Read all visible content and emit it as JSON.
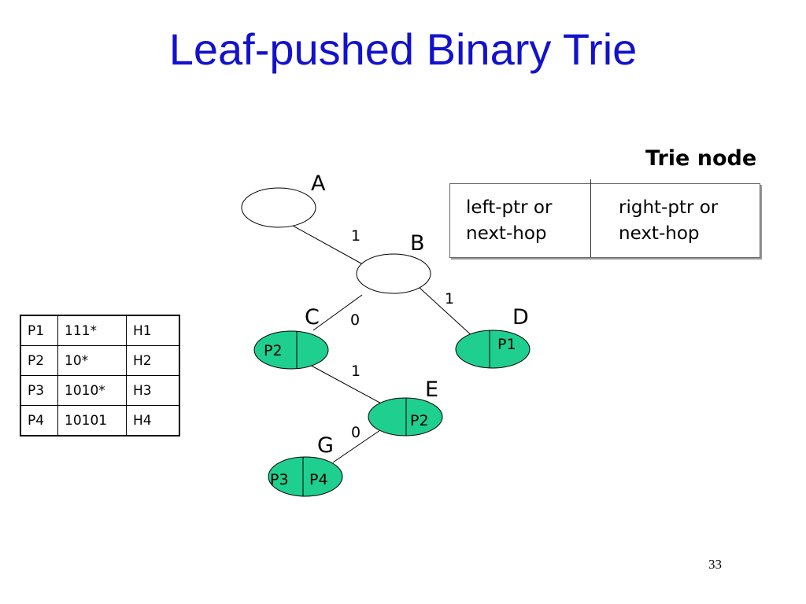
{
  "title": "Leaf-pushed Binary Trie",
  "trie_node": {
    "caption": "Trie node",
    "left_line1": "left-ptr or",
    "left_line2": "next-hop",
    "right_line1": "right-ptr or",
    "right_line2": "next-hop"
  },
  "prefix_table": [
    [
      "P1",
      "111*",
      "H1"
    ],
    [
      "P2",
      "10*",
      "H2"
    ],
    [
      "P3",
      "1010*",
      "H3"
    ],
    [
      "P4",
      "10101",
      "H4"
    ]
  ],
  "nodes": {
    "A": {
      "label": "A"
    },
    "B": {
      "label": "B"
    },
    "C": {
      "label": "C",
      "left": "P2",
      "right": ""
    },
    "D": {
      "label": "D",
      "left": "",
      "right": "P1"
    },
    "E": {
      "label": "E",
      "left": "",
      "right": "P2"
    },
    "G": {
      "label": "G",
      "left": "P3",
      "right": "P4"
    }
  },
  "edges": {
    "A_B": "1",
    "B_C": "0",
    "B_D": "1",
    "C_E": "1",
    "E_G": "0"
  },
  "colors": {
    "title": "#1212cc",
    "leaf_fill": "#1fcf8f",
    "empty_fill": "#ffffff"
  },
  "page_number": "33"
}
